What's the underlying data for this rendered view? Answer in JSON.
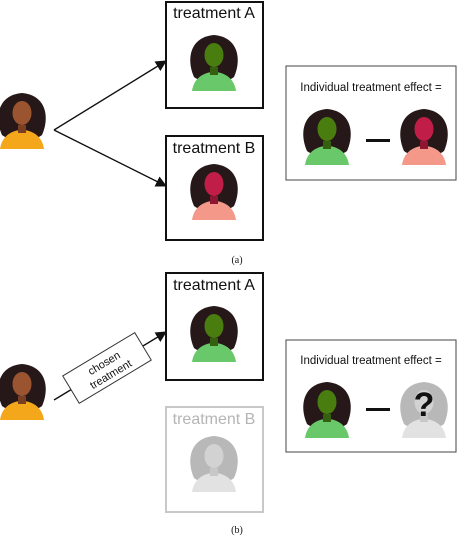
{
  "panel_a": {
    "box_a_title": "treatment A",
    "box_b_title": "treatment B",
    "effect_title": "Individual treatment effect =",
    "caption": "(a)"
  },
  "panel_b": {
    "box_a_title": "treatment A",
    "box_b_title": "treatment B",
    "effect_title": "Individual treatment effect =",
    "chosen_line1": "chosen",
    "chosen_line2": "treatment",
    "unknown_mark": "?",
    "caption": "(b)"
  },
  "colors": {
    "treatment_a_body": "#69c86a",
    "treatment_a_face": "#4a7d10",
    "treatment_b_body": "#f4998a",
    "treatment_b_face": "#c01e48",
    "original_body": "#f4a71a",
    "original_face": "#9b5430",
    "hair_dark": "#261818",
    "unknown_fill": "#d2d2d2"
  }
}
